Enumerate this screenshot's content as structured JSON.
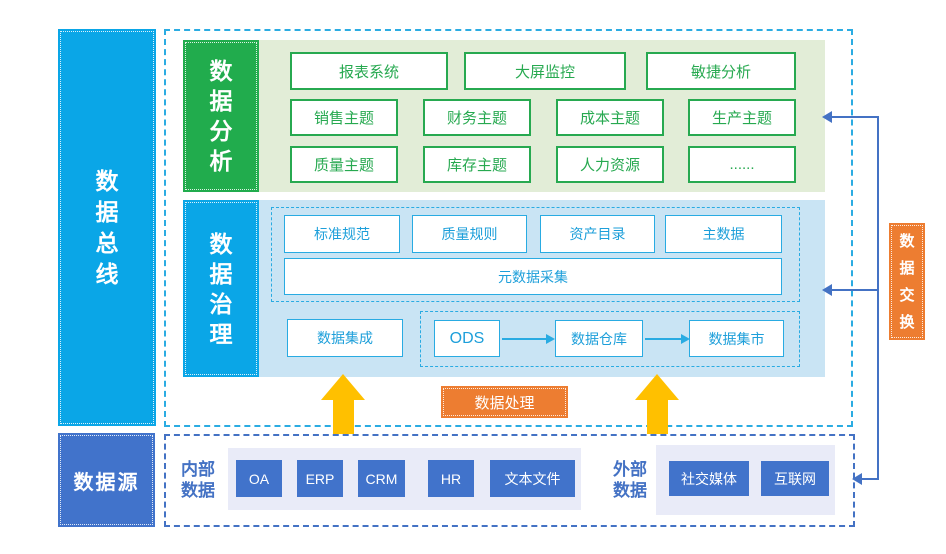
{
  "bus": {
    "label": "数据总线"
  },
  "analysis": {
    "label": "数据分析",
    "row1": [
      "报表系统",
      "大屏监控",
      "敏捷分析"
    ],
    "row2": [
      "销售主题",
      "财务主题",
      "成本主题",
      "生产主题"
    ],
    "row3": [
      "质量主题",
      "库存主题",
      "人力资源",
      "......"
    ]
  },
  "governance": {
    "label": "数据治理",
    "rules": [
      "标准规范",
      "质量规则",
      "资产目录",
      "主数据"
    ],
    "metadata_label": "元数据采集",
    "integration_label": "数据集成",
    "pipeline": [
      "ODS",
      "数据仓库",
      "数据集市"
    ]
  },
  "processing": {
    "label": "数据处理"
  },
  "exchange": {
    "label": "数据交换"
  },
  "source": {
    "label": "数据源",
    "internal": {
      "label": "内部数据",
      "items": [
        "OA",
        "ERP",
        "CRM",
        "HR",
        "文本文件"
      ]
    },
    "external": {
      "label": "外部数据",
      "items": [
        "社交媒体",
        "互联网"
      ]
    }
  },
  "colors": {
    "cyan": "#0AA6E7",
    "cyan_dash": "#2BACE2",
    "green": "#21AC4D",
    "green_light": "#E2EDD7",
    "blue_light": "#C9E4F4",
    "royal_blue": "#4472C4",
    "lavender": "#E9EBF8",
    "orange": "#ED7D31",
    "yellow": "#FFC000"
  }
}
